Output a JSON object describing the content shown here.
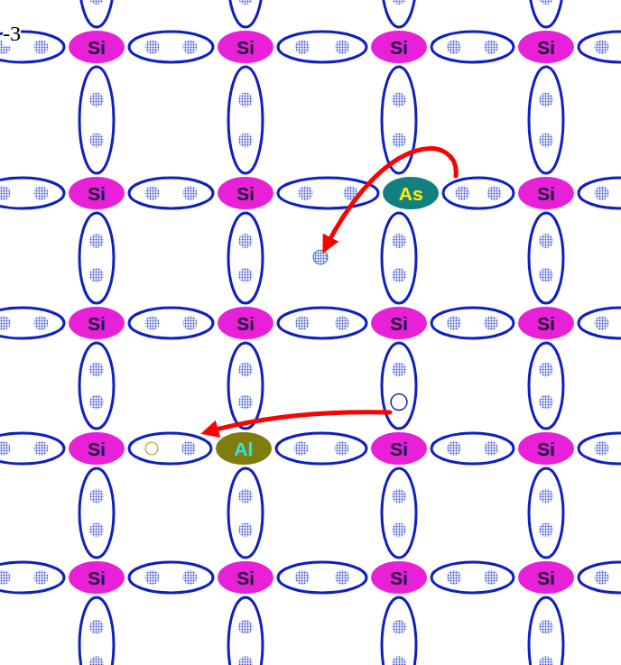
{
  "diagram": {
    "nodes": [
      {
        "text": [
          "Si"
        ]
      },
      {
        "text": [
          "Si"
        ]
      },
      {
        "text": [
          "Si"
        ]
      },
      {
        "text": [
          "Si"
        ]
      },
      {
        "text": [
          "Si"
        ]
      },
      {
        "text": [
          "Si"
        ]
      },
      {
        "text": [
          "As"
        ]
      },
      {
        "text": [
          "Si"
        ]
      },
      {
        "text": [
          "Si"
        ]
      },
      {
        "text": [
          "Si"
        ]
      },
      {
        "text": [
          "Si"
        ]
      },
      {
        "text": [
          "Si"
        ]
      },
      {
        "text": [
          "Si"
        ]
      },
      {
        "text": [
          "Al"
        ]
      },
      {
        "text": [
          "Si"
        ]
      },
      {
        "text": [
          "Si"
        ]
      },
      {
        "text": [
          "Si"
        ]
      },
      {
        "text": [
          "Si"
        ]
      },
      {
        "text": [
          "Si"
        ]
      },
      {
        "text": [
          "Si"
        ]
      }
    ],
    "labels": [
      "-3"
    ]
  }
}
